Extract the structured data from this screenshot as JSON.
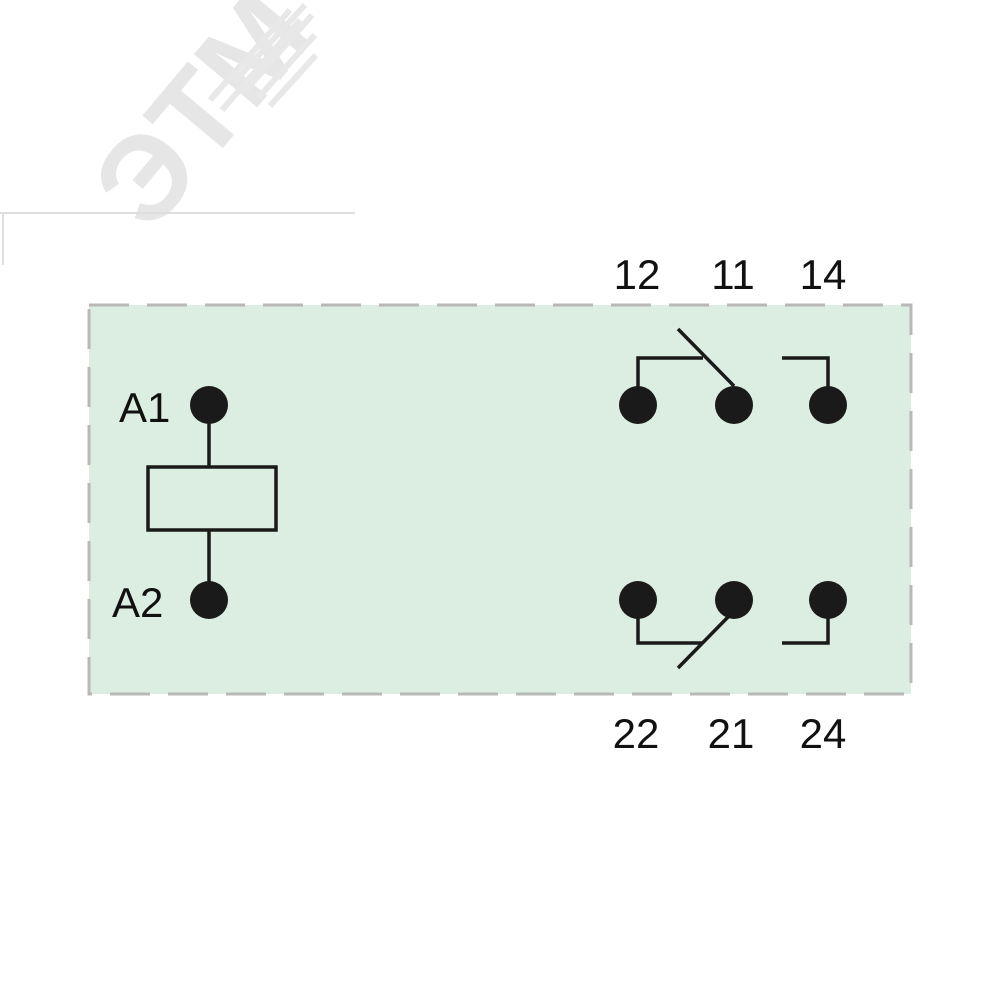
{
  "watermark": {
    "text": "ЭТМ"
  },
  "coil": {
    "terminals": [
      "A1",
      "A2"
    ]
  },
  "contacts": {
    "top": [
      "12",
      "11",
      "14"
    ],
    "bottom": [
      "22",
      "21",
      "24"
    ]
  },
  "colors": {
    "fill": "#dcede2",
    "border": "#b8b8b8",
    "ink": "#1a1a1a",
    "watermark": "#e6e6e6"
  }
}
